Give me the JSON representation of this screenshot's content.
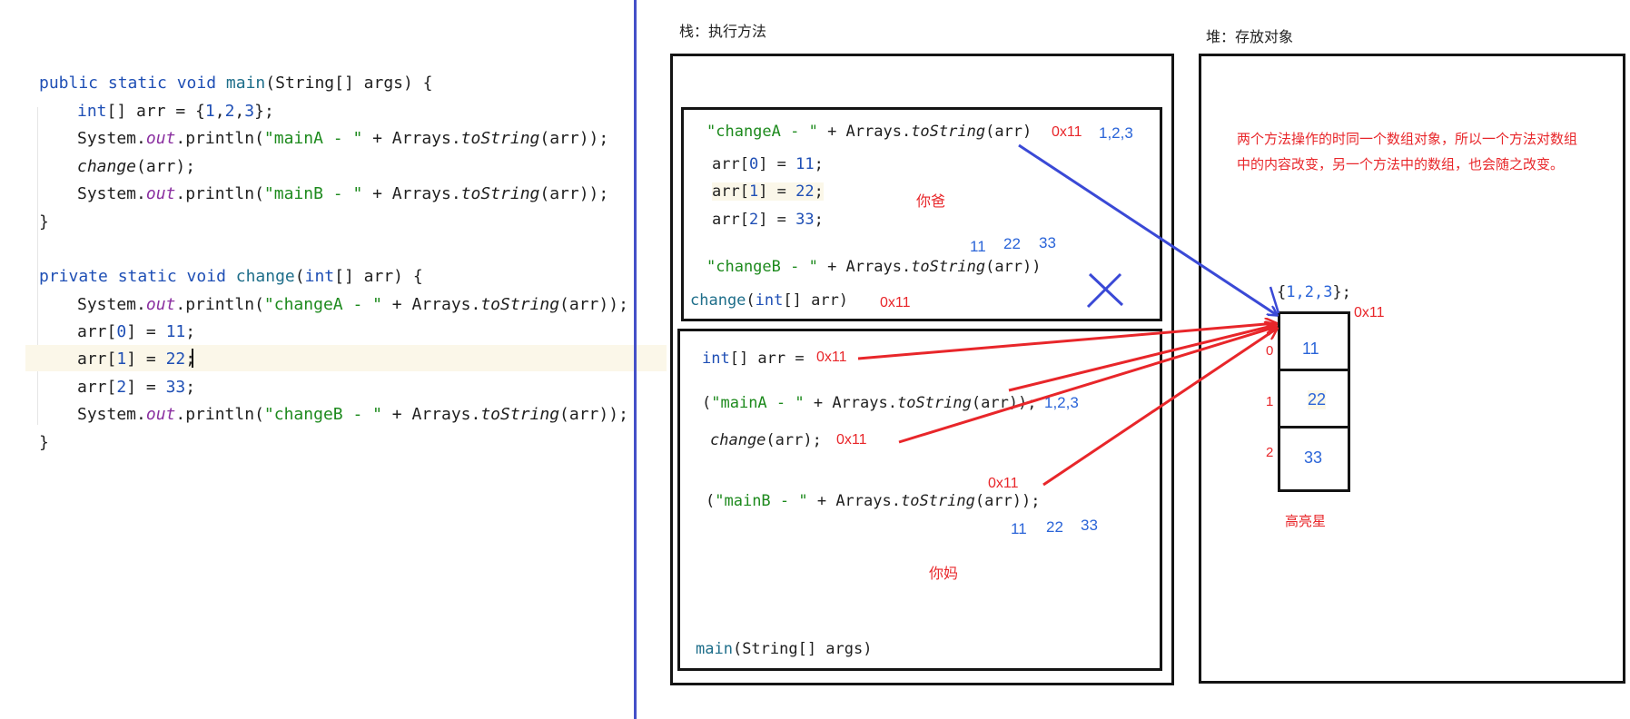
{
  "code": {
    "main_sig": {
      "kw": "public static void",
      "name": "main",
      "params": "(String[] args) {"
    },
    "main_l1": {
      "type": "int",
      "rest": "[] arr = {",
      "n1": "1",
      "c1": ",",
      "n2": "2",
      "c2": ",",
      "n3": "3",
      "end": "};"
    },
    "main_l2": {
      "pre": "System.",
      "out": "out",
      "mid": ".println(",
      "str": "\"mainA - \"",
      "plus": " + Arrays.",
      "ts": "toString",
      "end": "(arr));"
    },
    "main_l3": {
      "call": "change",
      "end": "(arr);"
    },
    "main_l4": {
      "pre": "System.",
      "out": "out",
      "mid": ".println(",
      "str": "\"mainB - \"",
      "plus": " + Arrays.",
      "ts": "toString",
      "end": "(arr));"
    },
    "close1": "}",
    "change_sig": {
      "kw": "private static void",
      "name": "change",
      "open": "(",
      "type": "int",
      "params": "[] arr) {"
    },
    "change_l1": {
      "pre": "System.",
      "out": "out",
      "mid": ".println(",
      "str": "\"changeA - \"",
      "plus": " + Arrays.",
      "ts": "toString",
      "end": "(arr));"
    },
    "change_l2": {
      "pre": "arr[",
      "idx": "0",
      "mid": "] = ",
      "val": "11",
      "end": ";"
    },
    "change_l3": {
      "pre": "arr[",
      "idx": "1",
      "mid": "] = ",
      "val": "22",
      "end": ";"
    },
    "change_l4": {
      "pre": "arr[",
      "idx": "2",
      "mid": "] = ",
      "val": "33",
      "end": ";"
    },
    "change_l5": {
      "pre": "System.",
      "out": "out",
      "mid": ".println(",
      "str": "\"changeB - \"",
      "plus": " + Arrays.",
      "ts": "toString",
      "end": "(arr));"
    },
    "close2": "}"
  },
  "stack": {
    "title": "栈：执行方法",
    "change_frame": {
      "a_str": "\"changeA - \"",
      "a_plus": " + Arrays.",
      "a_ts": "toString",
      "a_end": "(arr)",
      "a_addr": "0x11",
      "a_vals": "1,2,3",
      "s0": {
        "pre": "arr[",
        "idx": "0",
        "mid": "] = ",
        "val": "11",
        "end": ";"
      },
      "s1": {
        "pre": "arr[",
        "idx": "1",
        "mid": "] = ",
        "val": "22",
        "end": ";"
      },
      "s2": {
        "pre": "arr[",
        "idx": "2",
        "mid": "] = ",
        "val": "33",
        "end": ";"
      },
      "note": "你爸",
      "v1": "11",
      "v2": "22",
      "v3": "33",
      "b_str": "\"changeB - \"",
      "b_plus": " + Arrays.",
      "b_ts": "toString",
      "b_end": "(arr))",
      "sig_name": "change",
      "sig_open": "(",
      "sig_type": "int",
      "sig_rest": "[] arr)",
      "sig_addr": "0x11"
    },
    "main_frame": {
      "decl_type": "int",
      "decl_rest": "[] arr = ",
      "decl_addr": "0x11",
      "a_open": "(",
      "a_str": "\"mainA - \"",
      "a_plus": " + Arrays.",
      "a_ts": "toString",
      "a_end": "(arr));",
      "a_vals": "1,2,3",
      "call": "change",
      "call_end": "(arr);",
      "call_addr": "0x11",
      "b_addr": "0x11",
      "b_open": "(",
      "b_str": "\"mainB - \"",
      "b_plus": " + Arrays.",
      "b_ts": "toString",
      "b_end": "(arr));",
      "v1": "11",
      "v2": "22",
      "v3": "33",
      "note": "你妈",
      "sig_name": "main",
      "sig_rest": "(String[] args)"
    }
  },
  "heap": {
    "title": "堆：存放对象",
    "note_line1": "两个方法操作的时同一个数组对象，所以一个方法对数组",
    "note_line2": "中的内容改变，另一个方法中的数组，也会随之改变。",
    "literal_open": "{",
    "literal_vals": "1,2,3",
    "literal_close": "};",
    "addr": "0x11",
    "cells": [
      {
        "index": "0",
        "value": "11"
      },
      {
        "index": "1",
        "value": "22"
      },
      {
        "index": "2",
        "value": "33"
      }
    ],
    "caption": "高亮星"
  },
  "colors": {
    "divider": "#4450c8",
    "arrow_blue": "#3a49d6",
    "arrow_red": "#e8262a",
    "keyword": "#1f4fb5",
    "string": "#1d8a1d"
  }
}
